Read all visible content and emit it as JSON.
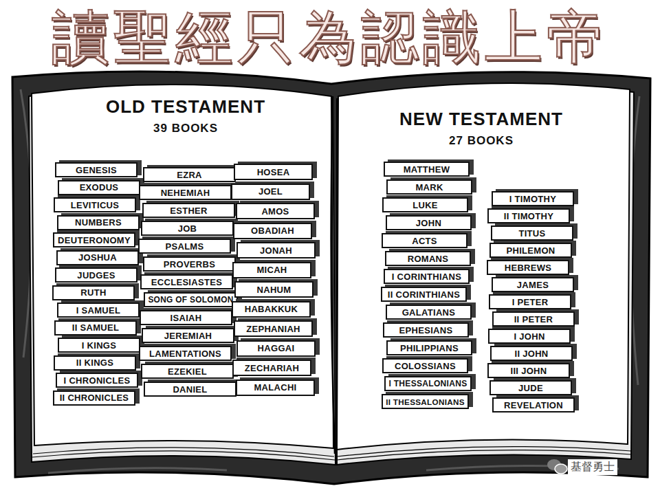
{
  "diagram": {
    "title": "讀聖經只為認識上帝",
    "nodes": [
      {
        "text": [
          "OLD TESTAMENT",
          "39 BOOKS"
        ]
      },
      {
        "text": [
          "GENESIS"
        ],
        "in": 0
      },
      {
        "text": [
          "EXODUS"
        ],
        "in": 0
      },
      {
        "text": [
          "LEVITICUS"
        ],
        "in": 0
      },
      {
        "text": [
          "NUMBERS"
        ],
        "in": 0
      },
      {
        "text": [
          "DEUTERONOMY"
        ],
        "in": 0
      },
      {
        "text": [
          "JOSHUA"
        ],
        "in": 0
      },
      {
        "text": [
          "JUDGES"
        ],
        "in": 0
      },
      {
        "text": [
          "RUTH"
        ],
        "in": 0
      },
      {
        "text": [
          "I SAMUEL"
        ],
        "in": 0
      },
      {
        "text": [
          "II SAMUEL"
        ],
        "in": 0
      },
      {
        "text": [
          "I KINGS"
        ],
        "in": 0
      },
      {
        "text": [
          "II KINGS"
        ],
        "in": 0
      },
      {
        "text": [
          "I CHRONICLES"
        ],
        "in": 0
      },
      {
        "text": [
          "II CHRONICLES"
        ],
        "in": 0
      },
      {
        "text": [
          "EZRA"
        ],
        "in": 0
      },
      {
        "text": [
          "NEHEMIAH"
        ],
        "in": 0
      },
      {
        "text": [
          "ESTHER"
        ],
        "in": 0
      },
      {
        "text": [
          "JOB"
        ],
        "in": 0
      },
      {
        "text": [
          "PSALMS"
        ],
        "in": 0
      },
      {
        "text": [
          "PROVERBS"
        ],
        "in": 0
      },
      {
        "text": [
          "ECCLESIASTES"
        ],
        "in": 0
      },
      {
        "text": [
          "SONG OF SOLOMON"
        ],
        "in": 0
      },
      {
        "text": [
          "ISAIAH"
        ],
        "in": 0
      },
      {
        "text": [
          "JEREMIAH"
        ],
        "in": 0
      },
      {
        "text": [
          "LAMENTATIONS"
        ],
        "in": 0
      },
      {
        "text": [
          "EZEKIEL"
        ],
        "in": 0
      },
      {
        "text": [
          "DANIEL"
        ],
        "in": 0
      },
      {
        "text": [
          "HOSEA"
        ],
        "in": 0
      },
      {
        "text": [
          "JOEL"
        ],
        "in": 0
      },
      {
        "text": [
          "AMOS"
        ],
        "in": 0
      },
      {
        "text": [
          "OBADIAH"
        ],
        "in": 0
      },
      {
        "text": [
          "JONAH"
        ],
        "in": 0
      },
      {
        "text": [
          "MICAH"
        ],
        "in": 0
      },
      {
        "text": [
          "NAHUM"
        ],
        "in": 0
      },
      {
        "text": [
          "HABAKKUK"
        ],
        "in": 0
      },
      {
        "text": [
          "ZEPHANIAH"
        ],
        "in": 0
      },
      {
        "text": [
          "HAGGAI"
        ],
        "in": 0
      },
      {
        "text": [
          "ZECHARIAH"
        ],
        "in": 0
      },
      {
        "text": [
          "MALACHI"
        ],
        "in": 0
      },
      {
        "text": [
          "NEW TESTAMENT",
          "27 BOOKS"
        ]
      },
      {
        "text": [
          "MATTHEW"
        ],
        "in": 40
      },
      {
        "text": [
          "MARK"
        ],
        "in": 40
      },
      {
        "text": [
          "LUKE"
        ],
        "in": 40
      },
      {
        "text": [
          "JOHN"
        ],
        "in": 40
      },
      {
        "text": [
          "ACTS"
        ],
        "in": 40
      },
      {
        "text": [
          "ROMANS"
        ],
        "in": 40
      },
      {
        "text": [
          "I CORINTHIANS"
        ],
        "in": 40
      },
      {
        "text": [
          "II CORINTHIANS"
        ],
        "in": 40
      },
      {
        "text": [
          "GALATIANS"
        ],
        "in": 40
      },
      {
        "text": [
          "EPHESIANS"
        ],
        "in": 40
      },
      {
        "text": [
          "PHILIPPIANS"
        ],
        "in": 40
      },
      {
        "text": [
          "COLOSSIANS"
        ],
        "in": 40
      },
      {
        "text": [
          "I THESSALONIANS"
        ],
        "in": 40
      },
      {
        "text": [
          "II THESSALONIANS"
        ],
        "in": 40
      },
      {
        "text": [
          "I TIMOTHY"
        ],
        "in": 40
      },
      {
        "text": [
          "II TIMOTHY"
        ],
        "in": 40
      },
      {
        "text": [
          "TITUS"
        ],
        "in": 40
      },
      {
        "text": [
          "PHILEMON"
        ],
        "in": 40
      },
      {
        "text": [
          "HEBREWS"
        ],
        "in": 40
      },
      {
        "text": [
          "JAMES"
        ],
        "in": 40
      },
      {
        "text": [
          "I PETER"
        ],
        "in": 40
      },
      {
        "text": [
          "II PETER"
        ],
        "in": 40
      },
      {
        "text": [
          "I JOHN"
        ],
        "in": 40
      },
      {
        "text": [
          "II JOHN"
        ],
        "in": 40
      },
      {
        "text": [
          "III JOHN"
        ],
        "in": 40
      },
      {
        "text": [
          "JUDE"
        ],
        "in": 40
      },
      {
        "text": [
          "REVELATION"
        ],
        "in": 40
      }
    ],
    "labels": [
      "基督勇士"
    ]
  }
}
